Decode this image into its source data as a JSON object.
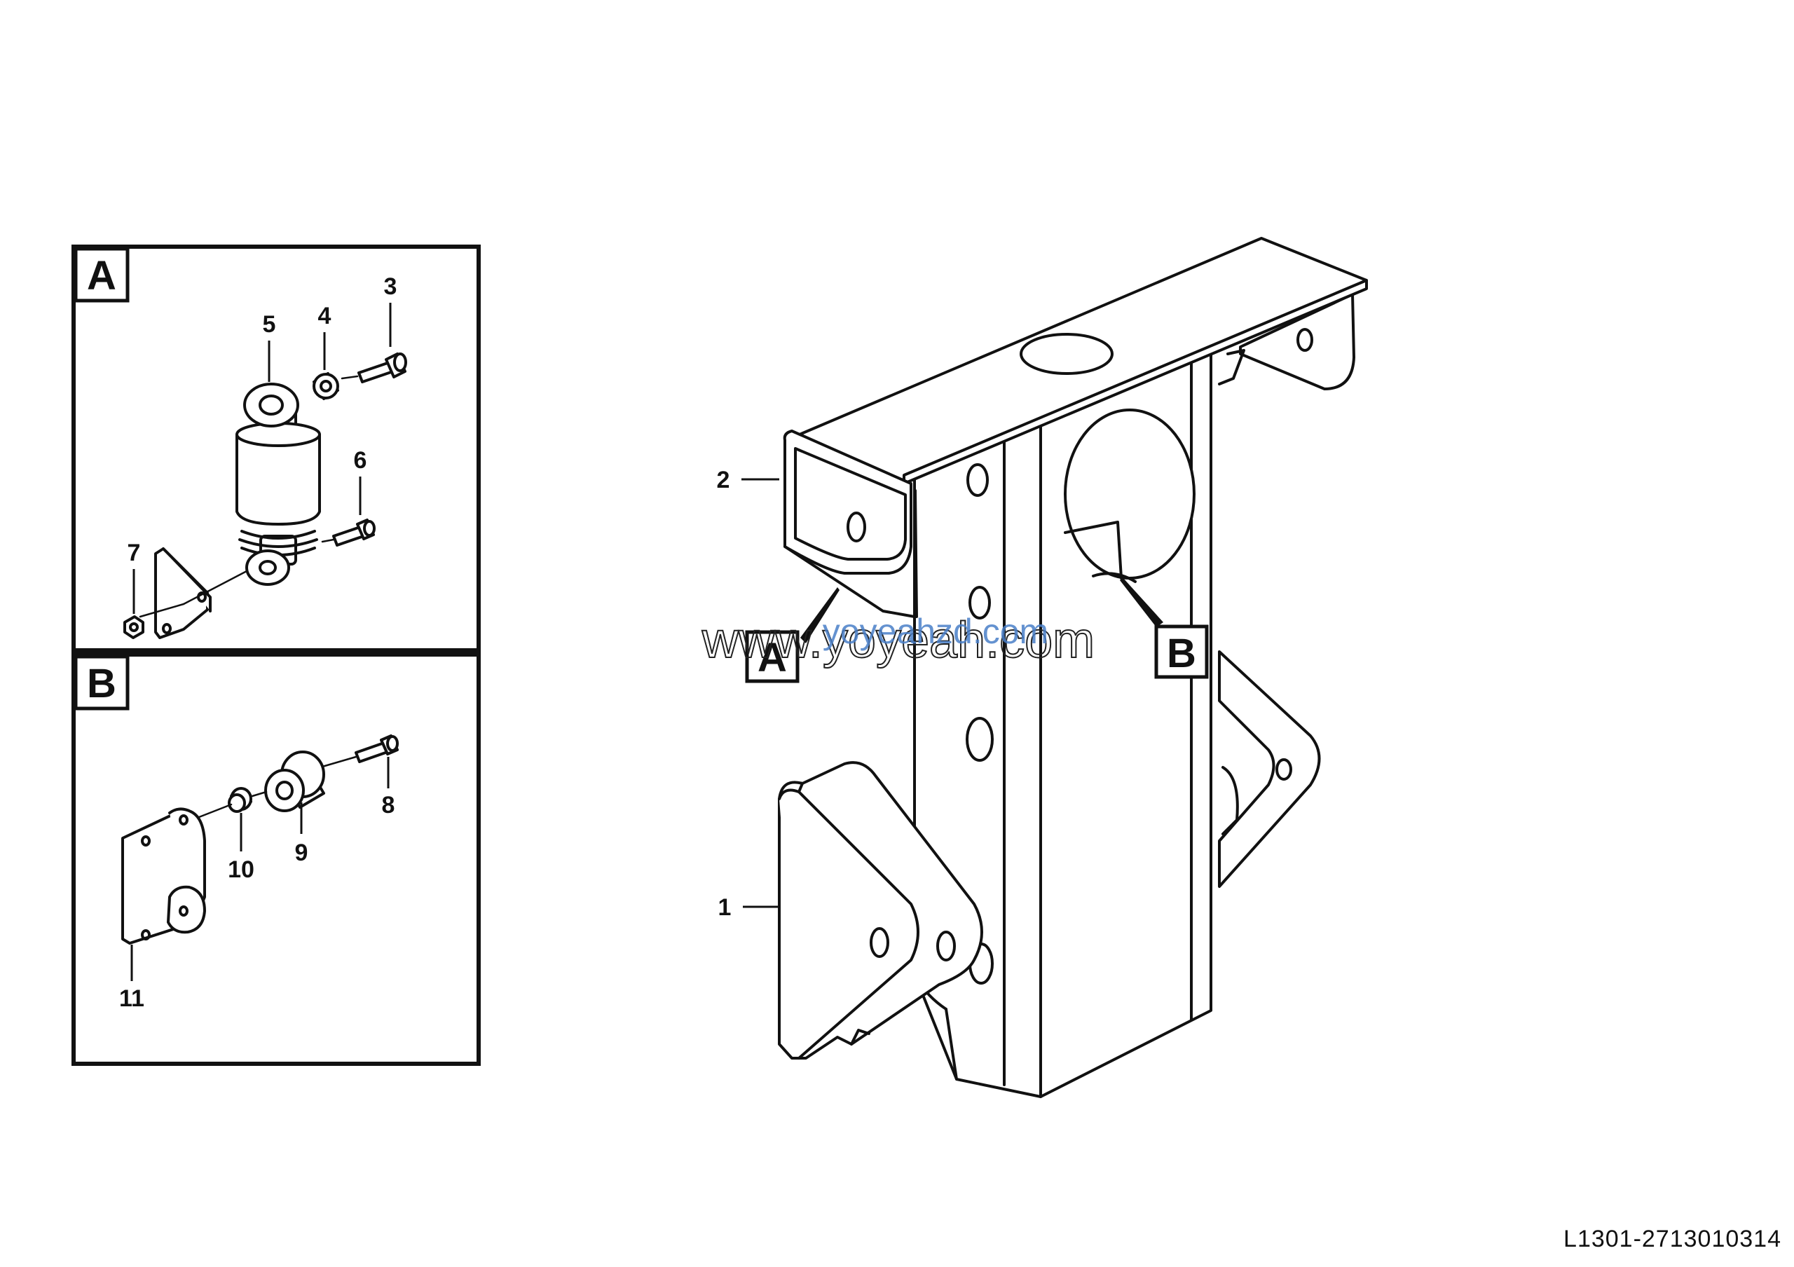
{
  "detail_labels": {
    "a": "A",
    "b": "B"
  },
  "callouts": {
    "c1": "1",
    "c2": "2",
    "c3": "3",
    "c4": "4",
    "c5": "5",
    "c6": "6",
    "c7": "7",
    "c8": "8",
    "c9": "9",
    "c10": "10",
    "c11": "11"
  },
  "watermark": {
    "outline": "www.yoyeah.com",
    "overlay": "yoyeahzd.com"
  },
  "drawing_code": "L1301-2713010314",
  "colors": {
    "line": "#111111",
    "watermark_blue": "#4a7fc8",
    "background": "#ffffff"
  }
}
